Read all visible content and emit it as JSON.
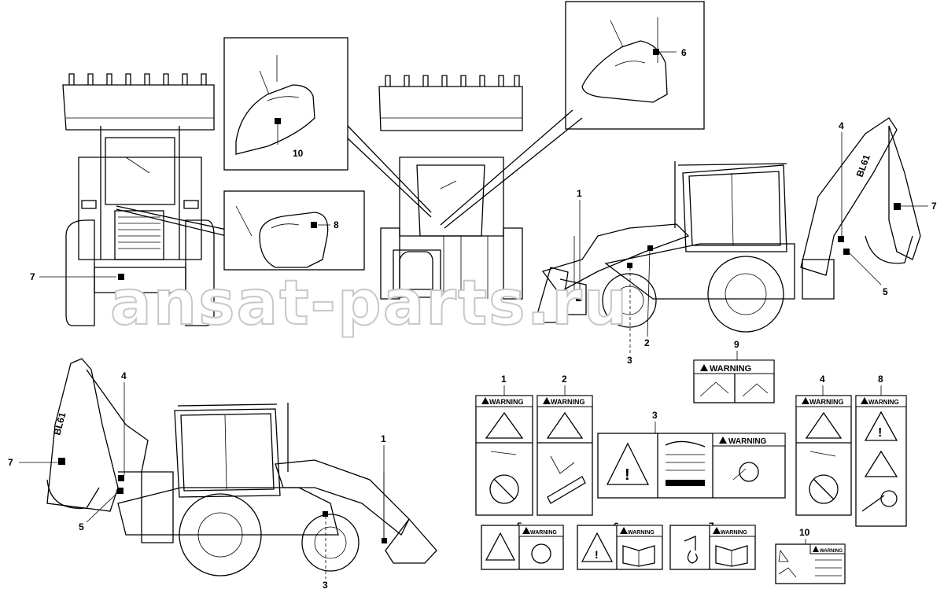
{
  "watermark": "ansat-parts.ru",
  "warning_word": "WARNING",
  "callouts": {
    "c1_top": "1",
    "c2_top": "2",
    "c3_top": "3",
    "c4_top": "4",
    "c5_top": "5",
    "c7_top_right": "7",
    "c7_front": "7",
    "c6_inset": "6",
    "c8_inset": "8",
    "c10_inset": "10",
    "c1_bottom": "1",
    "c3_bottom": "3",
    "c4_bottom": "4",
    "c5_bottom": "5",
    "c7_bottom": "7"
  },
  "decals": {
    "d1": "1",
    "d2": "2",
    "d3": "3",
    "d4": "4",
    "d5": "5",
    "d6": "6",
    "d7": "7",
    "d8": "8",
    "d9": "9",
    "d10": "10"
  },
  "machine_model": "BL61"
}
